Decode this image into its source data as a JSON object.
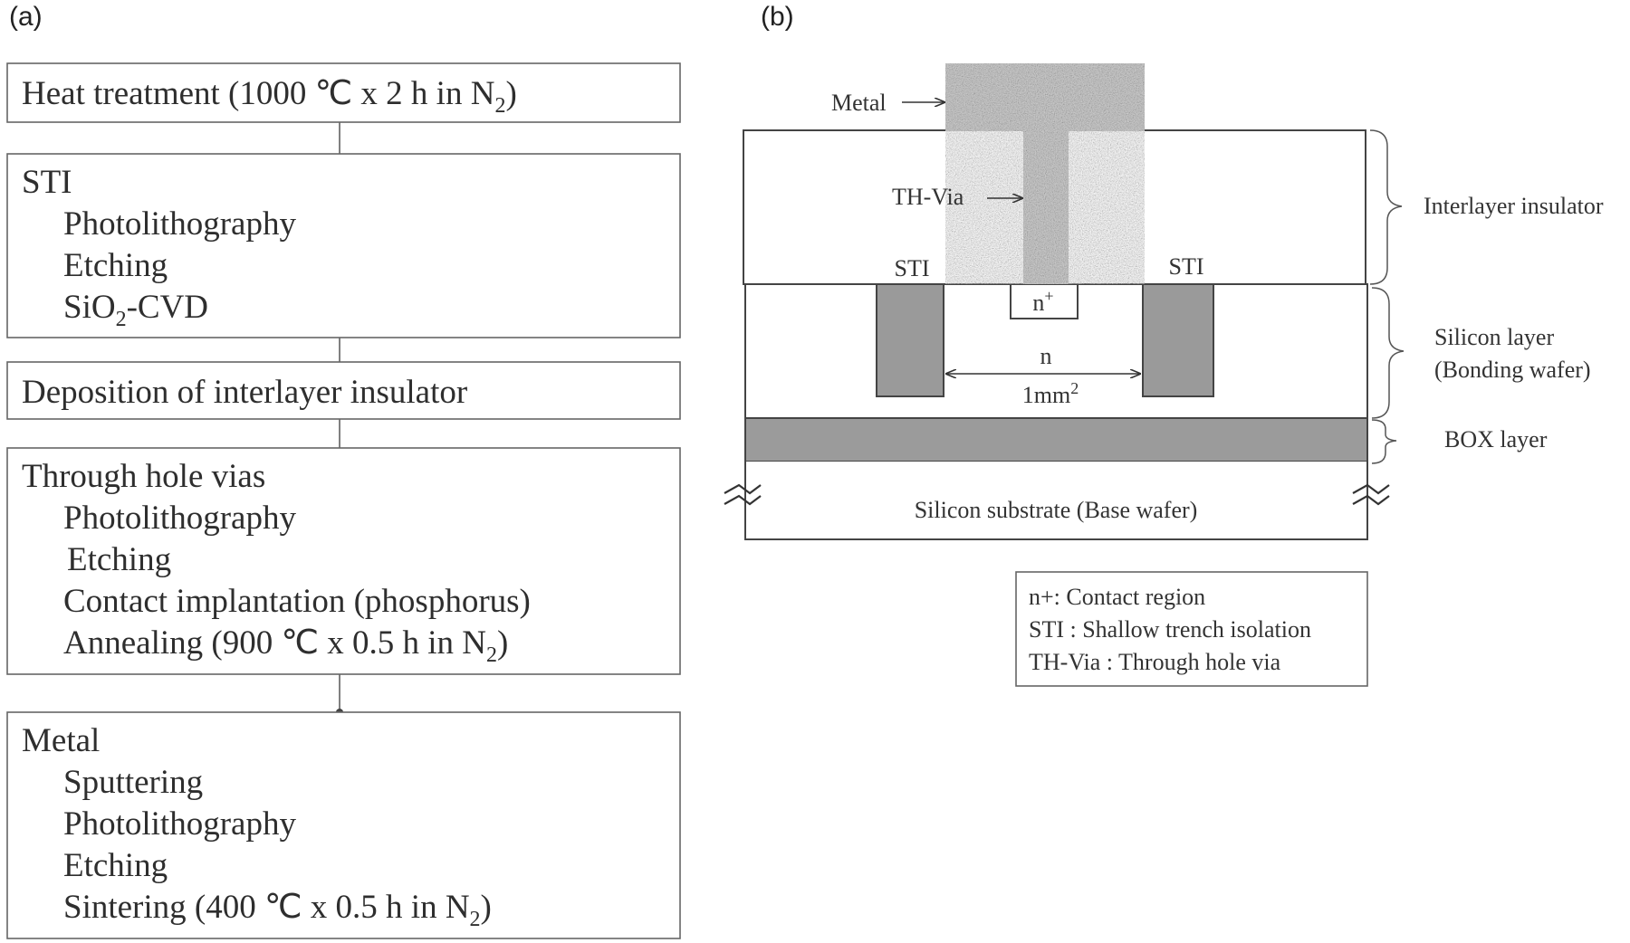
{
  "panel_a": {
    "label": "(a)",
    "steps": [
      {
        "title_pre": "Heat treatment (1000 ℃ x 2 h in N",
        "title_sub": "2",
        "title_post": ")"
      },
      {
        "title": "STI",
        "substeps": [
          "Photolithography",
          "Etching"
        ],
        "cvd_pre": "SiO",
        "cvd_sub": "2",
        "cvd_post": "-CVD"
      },
      {
        "title": "Deposition of interlayer insulator"
      },
      {
        "title": "Through hole vias",
        "substeps": [
          "Photolithography",
          "Etching",
          "Contact implantation (phosphorus)"
        ],
        "anneal_pre": "Annealing (900 ℃ x 0.5 h in N",
        "anneal_sub": "2",
        "anneal_post": ")"
      },
      {
        "title": "Metal",
        "substeps": [
          "Sputtering",
          "Photolithography",
          "Etching"
        ],
        "sinter_pre": "Sintering (400 ℃ x 0.5 h in N",
        "sinter_sub": "2",
        "sinter_post": ")"
      }
    ]
  },
  "panel_b": {
    "label": "(b)",
    "metal_label": "Metal",
    "via_label": "TH-Via",
    "sti_left": "STI",
    "sti_right": "STI",
    "nplus_base": "n",
    "nplus_sup": "+",
    "n_label": "n",
    "area_base": "1mm",
    "area_sup": "2",
    "substrate_label": "Silicon substrate (Base wafer)",
    "brace_labels": {
      "interlayer": "Interlayer insulator",
      "silicon_1": "Silicon layer",
      "silicon_2": "(Bonding wafer)",
      "box": "BOX layer"
    },
    "legend": [
      "n+: Contact region",
      "STI : Shallow trench isolation",
      "TH-Via : Through hole via"
    ],
    "colors": {
      "sti_fill": "#9a9a9a",
      "box_fill": "#9b9b9b",
      "metal_fill": "#c9c9c9",
      "line": "#4a4a4a"
    }
  }
}
